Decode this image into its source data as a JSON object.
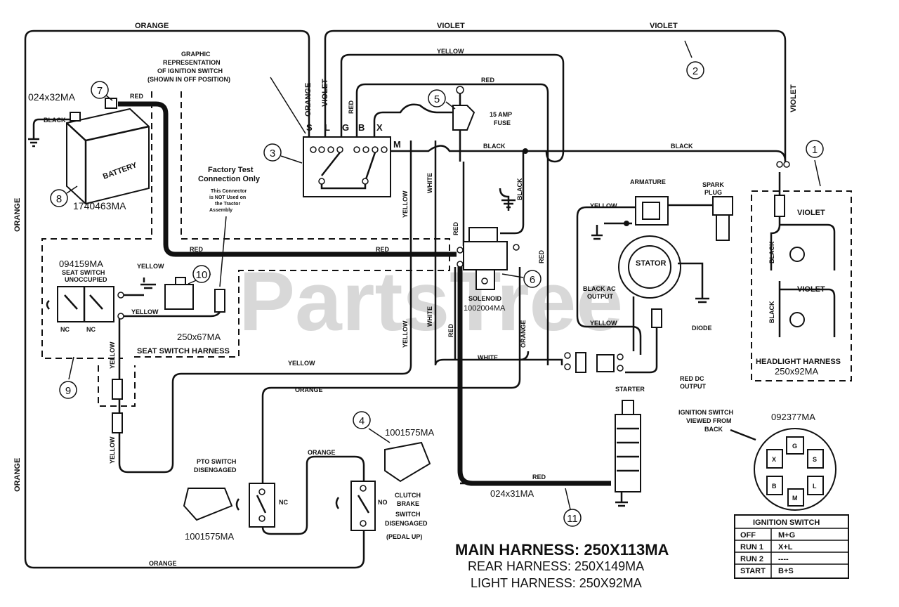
{
  "watermark": "PartsTree",
  "wire_labels": {
    "orange_top": "ORANGE",
    "violet_top1": "VIOLET",
    "violet_top2": "VIOLET",
    "yellow_top": "YELLOW",
    "red_top": "RED",
    "violet_right": "VIOLET",
    "black_mid1": "BLACK",
    "black_mid2": "BLACK",
    "red_battery": "RED",
    "black_battery": "BLACK",
    "orange_left1": "ORANGE",
    "orange_left2": "ORANGE",
    "red_main1": "RED",
    "red_main2": "RED",
    "yellow_seat1": "YELLOW",
    "yellow_seat2": "YELLOW",
    "yellow_lower": "YELLOW",
    "yellow_vert1": "YELLOW",
    "yellow_vert2": "YELLOW",
    "yellow_vert3": "YELLOW",
    "yellow_vert4": "YELLOW",
    "orange_mid": "ORANGE",
    "orange_pto": "ORANGE",
    "orange_bottom": "ORANGE",
    "white_v1": "WHITE",
    "white_v2": "WHITE",
    "white_h": "WHITE",
    "red_v1": "RED",
    "red_v2": "RED",
    "red_v3": "RED",
    "orange_v": "ORANGE",
    "black_sol": "BLACK",
    "yellow_stator1": "YELLOW",
    "yellow_stator2": "YELLOW",
    "red_starter": "RED",
    "switch_orange": "ORANGE",
    "switch_violet": "VIOLET",
    "switch_red": "RED",
    "violet_hl": "VIOLET",
    "violet_hl2": "VIOLET",
    "black_hl1": "BLACK",
    "black_hl2": "BLACK"
  },
  "switch_terminals": [
    "S",
    "L",
    "G",
    "B",
    "X",
    "M"
  ],
  "graphic_note": [
    "GRAPHIC",
    "REPRESENTATION",
    "OF IGNITION SWITCH",
    "(SHOWN IN OFF POSITION)"
  ],
  "factory_test": [
    "Factory Test",
    "Connection Only"
  ],
  "factory_note": [
    "This Connector",
    "is NOT Used on",
    "the Tractor",
    "Assembly"
  ],
  "parts": {
    "battery_cable": "024x32MA",
    "battery": "1740463MA",
    "battery_label": "BATTERY",
    "seat_switch": "094159MA",
    "seat_switch_status": [
      "SEAT SWITCH",
      "UNOCCUPIED"
    ],
    "nc1": "NC",
    "nc2": "NC",
    "seat_harness": "250x67MA",
    "seat_harness_label": "SEAT SWITCH HARNESS",
    "fuse": [
      "15 AMP",
      "FUSE"
    ],
    "solenoid": [
      "SOLENOID",
      "1002004MA"
    ],
    "armature": "ARMATURE",
    "spark_plug": [
      "SPARK",
      "PLUG"
    ],
    "stator": "STATOR",
    "black_ac": [
      "BLACK AC",
      "OUTPUT"
    ],
    "diode": "DIODE",
    "red_dc": [
      "RED DC",
      "OUTPUT"
    ],
    "starter": "STARTER",
    "starter_cable": "024x31MA",
    "pto_switch": [
      "PTO SWITCH",
      "DISENGAGED"
    ],
    "pto_part": "1001575MA",
    "pto_nc": "NC",
    "clutch_part": "1001575MA",
    "clutch_no": "NO",
    "clutch_switch": [
      "CLUTCH",
      "BRAKE",
      "SWITCH",
      "DISENGAGED",
      "(PEDAL UP)"
    ],
    "headlight_harness": [
      "HEADLIGHT HARNESS",
      "250x92MA"
    ],
    "ign_view": [
      "IGNITION SWITCH",
      "VIEWED FROM",
      "BACK"
    ],
    "ign_part": "092377MA",
    "ign_letters": [
      "G",
      "S",
      "L",
      "M",
      "B",
      "X"
    ]
  },
  "callouts": [
    "1",
    "2",
    "3",
    "4",
    "5",
    "6",
    "7",
    "8",
    "9",
    "10",
    "11"
  ],
  "ignition_table": {
    "title": "IGNITION SWITCH",
    "rows": [
      {
        "pos": "OFF",
        "conn": "M+G"
      },
      {
        "pos": "RUN 1",
        "conn": "X+L"
      },
      {
        "pos": "RUN 2",
        "conn": "----"
      },
      {
        "pos": "START",
        "conn": "B+S"
      }
    ]
  },
  "harness_titles": {
    "main": "MAIN HARNESS: 250X113MA",
    "rear": "REAR HARNESS: 250X149MA",
    "light": "LIGHT HARNESS: 250X92MA"
  }
}
